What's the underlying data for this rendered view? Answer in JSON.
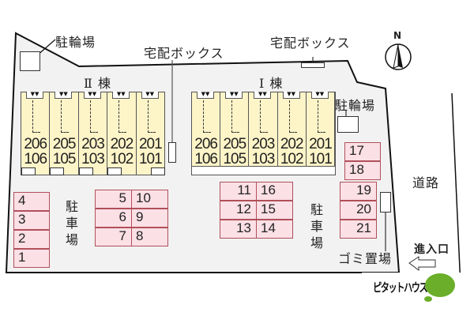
{
  "site_plan": {
    "labels": {
      "bike_parking_nw": "駐輪場",
      "delivery_box_center": "宅配ボックス",
      "delivery_box_ne": "宅配ボックス",
      "bike_parking_e": "駐輪場",
      "building_2": "Ⅱ 棟",
      "building_1": "Ⅰ 棟",
      "parking_w": [
        "駐",
        "車",
        "場"
      ],
      "parking_e": [
        "駐",
        "車",
        "場"
      ],
      "road": "道路",
      "entrance": "進入口",
      "garbage": "ゴミ置場",
      "north": "N",
      "brand": "ピタットハウス"
    },
    "buildings": [
      {
        "name": "building-2",
        "units": [
          {
            "upper": "206",
            "lower": "106"
          },
          {
            "upper": "205",
            "lower": "105"
          },
          {
            "upper": "203",
            "lower": "103"
          },
          {
            "upper": "202",
            "lower": "102"
          },
          {
            "upper": "201",
            "lower": "101"
          }
        ]
      },
      {
        "name": "building-1",
        "units": [
          {
            "upper": "206",
            "lower": "106"
          },
          {
            "upper": "205",
            "lower": "105"
          },
          {
            "upper": "203",
            "lower": "103"
          },
          {
            "upper": "202",
            "lower": "102"
          },
          {
            "upper": "201",
            "lower": "101"
          }
        ]
      }
    ],
    "parking": {
      "west_column": [
        "4",
        "3",
        "2",
        "1"
      ],
      "block_a_left": [
        "5",
        "6",
        "7"
      ],
      "block_a_right": [
        "10",
        "9",
        "8"
      ],
      "block_b_left": [
        "11",
        "12",
        "13"
      ],
      "block_b_right": [
        "16",
        "15",
        "14"
      ],
      "east_top": [
        "17",
        "18"
      ],
      "east_bottom": [
        "19",
        "20",
        "21"
      ]
    },
    "colors": {
      "lot": "#f2f2f2",
      "building": "#fdf4c8",
      "parking": "#fbe0e6",
      "parking_border": "#b0505a",
      "brand_green": "#6aae2a"
    }
  }
}
